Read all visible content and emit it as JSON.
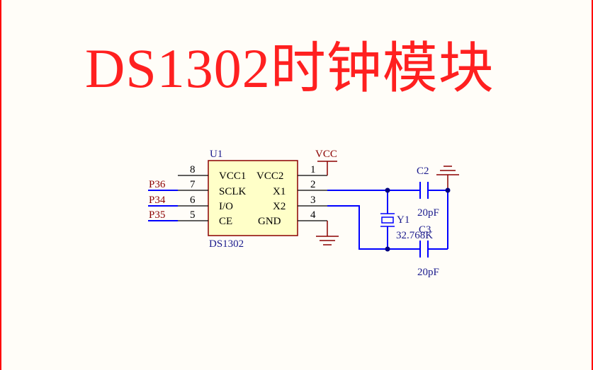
{
  "title": "DS1302时钟模块",
  "ic": {
    "designator": "U1",
    "part": "DS1302",
    "pins": [
      {
        "num": "8",
        "name": "VCC1",
        "net": ""
      },
      {
        "num": "7",
        "name": "SCLK",
        "net": "P36"
      },
      {
        "num": "6",
        "name": "I/O",
        "net": "P34"
      },
      {
        "num": "5",
        "name": "CE",
        "net": "P35"
      },
      {
        "num": "1",
        "name": "VCC2",
        "net": "VCC"
      },
      {
        "num": "2",
        "name": "X1",
        "net": ""
      },
      {
        "num": "3",
        "name": "X2",
        "net": ""
      },
      {
        "num": "4",
        "name": "GND",
        "net": ""
      }
    ]
  },
  "power": {
    "vcc": "VCC"
  },
  "crystal": {
    "designator": "Y1",
    "value": "32.768K"
  },
  "caps": [
    {
      "designator": "C2",
      "value": "20pF"
    },
    {
      "designator": "C3",
      "value": "20pF"
    }
  ],
  "colors": {
    "title": "#ff2020",
    "wire": "#0000ff",
    "junction": "#000080",
    "net_label": "#8b0000",
    "component": "#8b0000"
  }
}
